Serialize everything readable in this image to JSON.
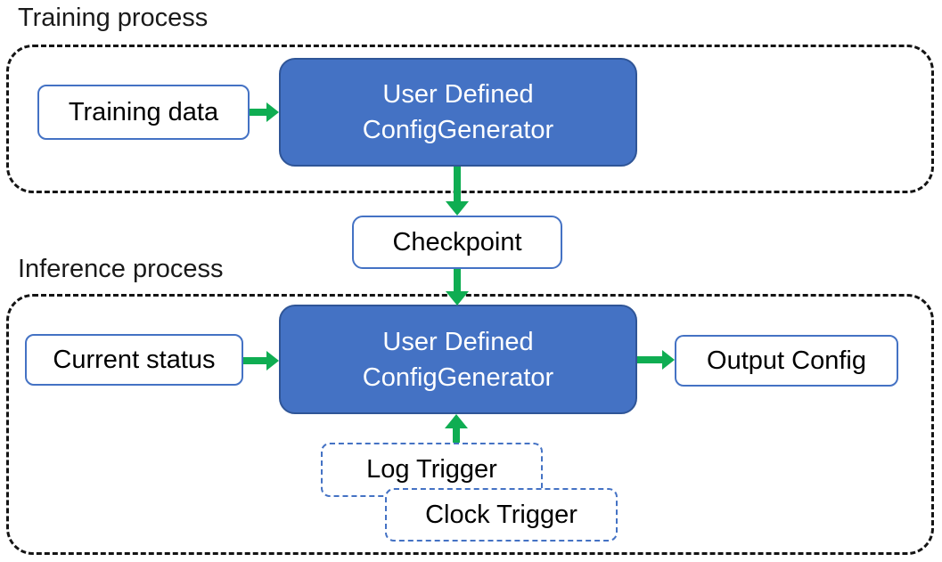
{
  "colors": {
    "generator_fill": "#4472C4",
    "generator_border": "#2F5597",
    "io_box_border": "#4472C4",
    "arrow_green": "#0FAD52",
    "container_dash": "#141414"
  },
  "training_section": {
    "label": "Training process",
    "input_box": "Training data",
    "generator": {
      "line1": "User Defined",
      "line2": "ConfigGenerator"
    }
  },
  "checkpoint_box": "Checkpoint",
  "inference_section": {
    "label": "Inference process",
    "input_box": "Current status",
    "generator": {
      "line1": "User Defined",
      "line2": "ConfigGenerator"
    },
    "output_box": "Output Config",
    "trigger_boxes": [
      {
        "label": "Log Trigger"
      },
      {
        "label": "Clock Trigger"
      }
    ]
  }
}
